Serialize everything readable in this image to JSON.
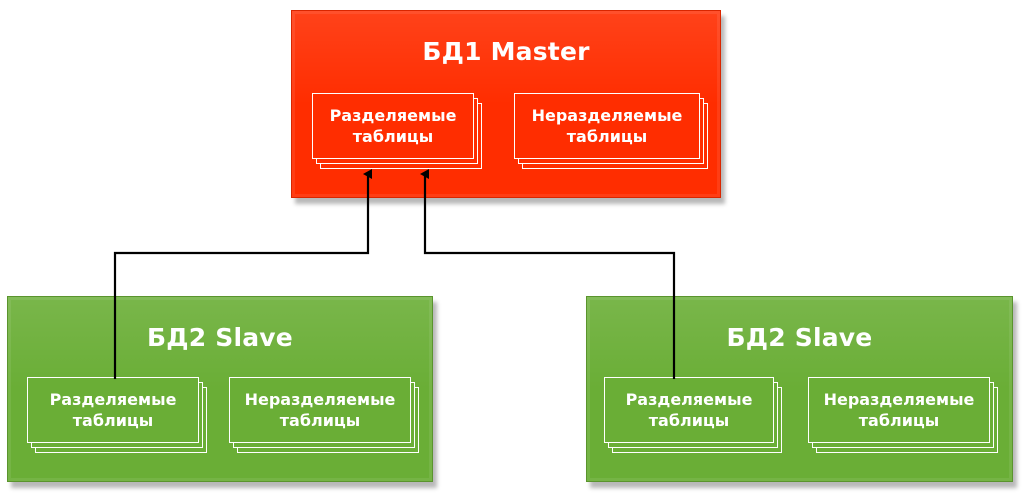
{
  "master": {
    "title": "БД1 Master",
    "shared": {
      "line1": "Разделяемые",
      "line2": "таблицы"
    },
    "unshared": {
      "line1": "Неразделяемые",
      "line2": "таблицы"
    },
    "color": "#ff2d00"
  },
  "slaves": [
    {
      "title": "БД2 Slave",
      "shared": {
        "line1": "Разделяемые",
        "line2": "таблицы"
      },
      "unshared": {
        "line1": "Неразделяемые",
        "line2": "таблицы"
      },
      "color": "#6aae36"
    },
    {
      "title": "БД2 Slave",
      "shared": {
        "line1": "Разделяемые",
        "line2": "таблицы"
      },
      "unshared": {
        "line1": "Неразделяемые",
        "line2": "таблицы"
      },
      "color": "#6aae36"
    }
  ],
  "connectors": [
    {
      "from": "slave-left-shared-tables",
      "to": "master-shared-tables",
      "arrow": "master"
    },
    {
      "from": "slave-right-shared-tables",
      "to": "master-shared-tables",
      "arrow": "master"
    }
  ]
}
